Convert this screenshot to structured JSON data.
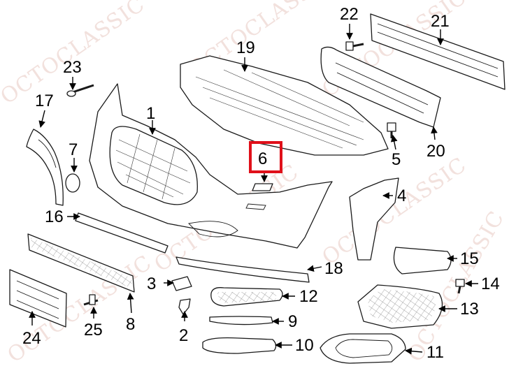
{
  "watermark": "OCTOCLASSIC",
  "highlight_color": "#e0101a",
  "callouts": [
    "1",
    "2",
    "3",
    "4",
    "5",
    "6",
    "7",
    "8",
    "9",
    "10",
    "11",
    "12",
    "13",
    "14",
    "15",
    "16",
    "17",
    "18",
    "19",
    "20",
    "21",
    "22",
    "23",
    "24",
    "25"
  ]
}
